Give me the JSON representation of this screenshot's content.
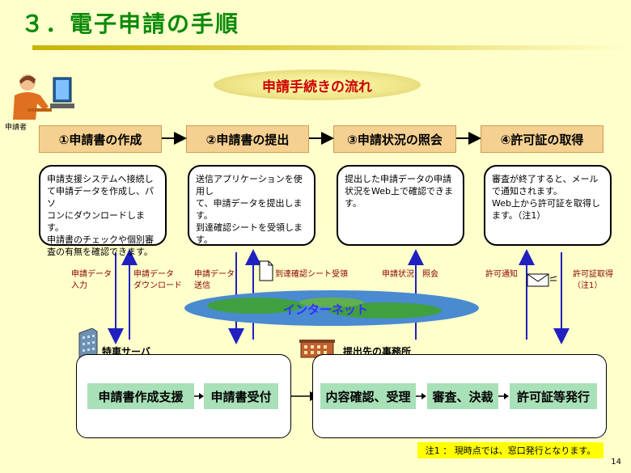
{
  "title": "３．電子申請の手順",
  "flow_title": "申請手続きの流れ",
  "person_label": "申請者",
  "steps": [
    {
      "label": "①申請書の作成"
    },
    {
      "label": "②申請書の提出"
    },
    {
      "label": "③申請状況の照会"
    },
    {
      "label": "④許可証の取得"
    }
  ],
  "boxes": [
    {
      "lines": [
        "申請支援システムへ接続し",
        "て申請データを作成し、パソ",
        "コンにダウンロードします。",
        "申請書のチェックや個別審",
        "査の有無を確認できます。"
      ]
    },
    {
      "lines": [
        "送信アプリケーションを使用し",
        "て、申請データを提出します。",
        "到達確認シートを受領します。"
      ]
    },
    {
      "lines": [
        "提出した申請データの申請",
        "状況をWeb上で確認できま",
        "す。"
      ]
    },
    {
      "lines": [
        "審査が終了すると、メール",
        "で通知されます。",
        "Web上から許可証を取得し",
        "ます。（注1）"
      ]
    }
  ],
  "arrow_labels": {
    "input": [
      "申請データ",
      "入力"
    ],
    "download": [
      "申請データ",
      "ダウンロード"
    ],
    "send": [
      "申請データ",
      "送信"
    ],
    "receipt": "到達確認シート受領",
    "status": "申請状況　照会",
    "notify": "許可通知",
    "obtain": [
      "許可証取得",
      "（注1）"
    ]
  },
  "internet": "インターネット",
  "server_label": "特車サーバ",
  "office_label": "提出先の事務所",
  "server_boxes": [
    "申請書作成支援",
    "申請書受付"
  ],
  "office_boxes": [
    "内容確認、受理",
    "審査、決裁",
    "許可証等発行"
  ],
  "note": "注1 ： 現時点では、窓口発行となります。",
  "page_number": "14"
}
